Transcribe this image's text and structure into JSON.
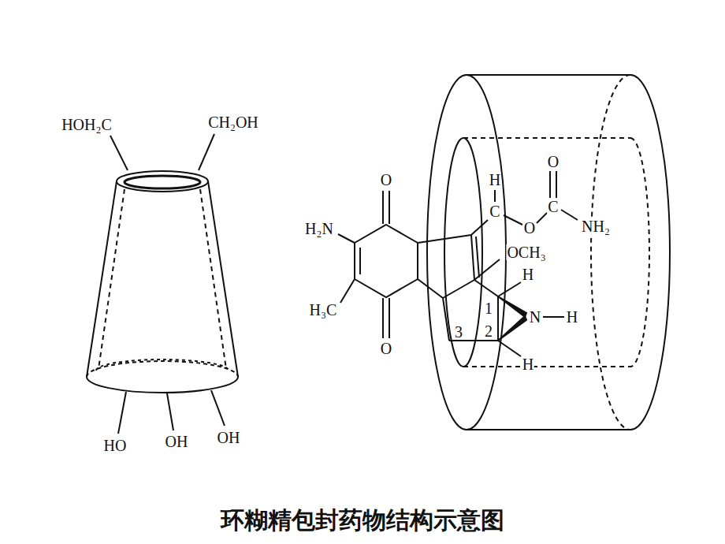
{
  "diagram": {
    "caption": "环糊精包封药物结构示意图",
    "labels": [
      "HOH₂C",
      "CH₂OH",
      "HO",
      "OH",
      "OH",
      "O",
      "H₂N",
      "H₃C",
      "O",
      "H",
      "C",
      "O",
      "C",
      "O",
      "NH₂",
      "OCH₃",
      "H",
      "N",
      "H",
      "H",
      "1",
      "2",
      "3"
    ]
  }
}
